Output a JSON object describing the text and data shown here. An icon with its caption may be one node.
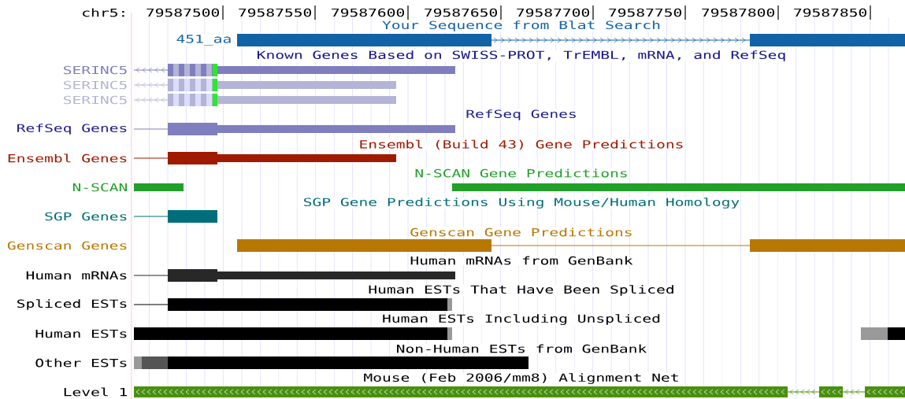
{
  "diagram": {
    "labels": [
      "chr5:",
      "79587500",
      "79587550",
      "79587600",
      "79587650",
      "79587700",
      "79587750",
      "79587800",
      "79587850",
      "Your Sequence from Blat Search",
      "451_aa",
      "Known Genes Based on SWISS-PROT, TrEMBL, mRNA, and RefSeq",
      "SERINC5",
      "SERINC5",
      "SERINC5",
      "RefSeq Genes",
      "RefSeq Genes",
      "Ensembl (Build 43) Gene Predictions",
      "Ensembl Genes",
      "N-SCAN Gene Predictions",
      "N-SCAN",
      "SGP Gene Predictions Using Mouse/Human Homology",
      "SGP Genes",
      "Genscan Gene Predictions",
      "Genscan Genes",
      "Human mRNAs from GenBank",
      "Human mRNAs",
      "Human ESTs That Have Been Spliced",
      "Spliced ESTs",
      "Human ESTs Including Unspliced",
      "Human ESTs",
      "Non-Human ESTs from GenBank",
      "Other ESTs",
      "Mouse (Feb 2006/mm8) Alignment Net",
      "Level 1"
    ]
  }
}
